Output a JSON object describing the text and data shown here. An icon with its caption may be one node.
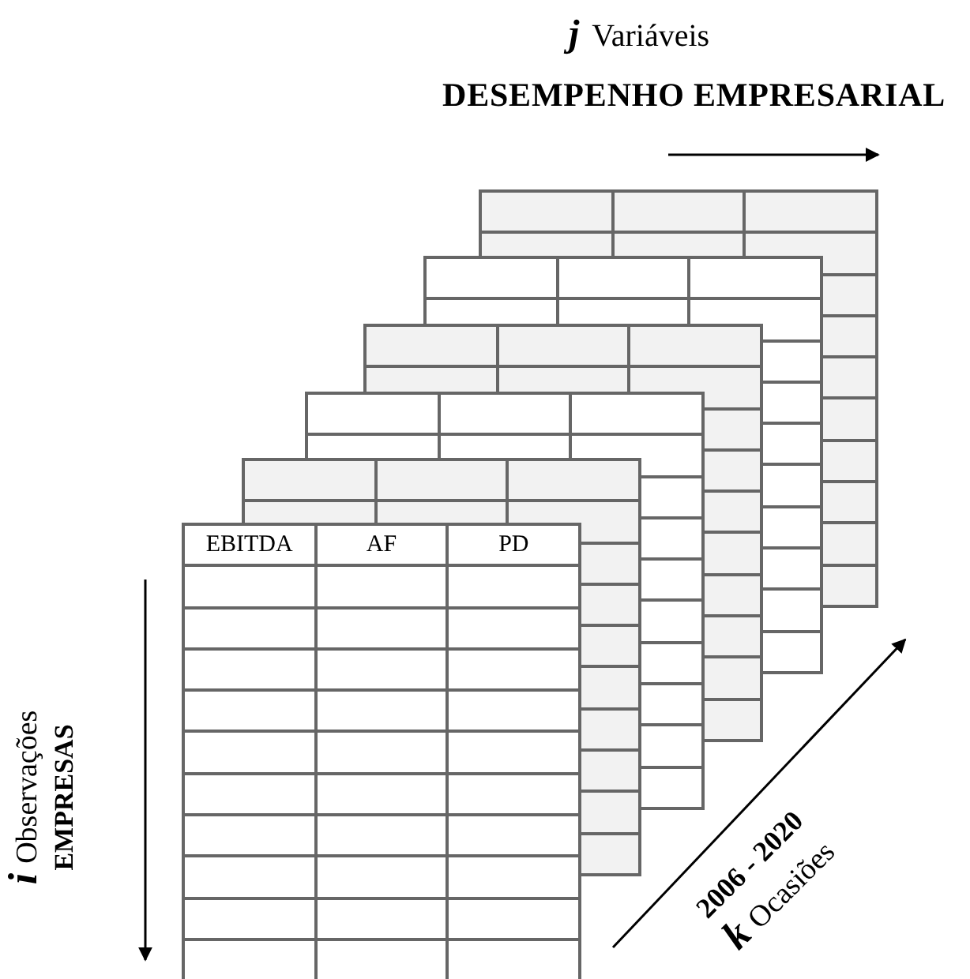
{
  "diagram": {
    "labels": [
      "j",
      "Variáveis",
      "DESEMPENHO EMPRESARIAL",
      "EBITDA",
      "AF",
      "PD",
      "i",
      "Observações",
      "EMPRESAS",
      "2006 - 2020",
      "k",
      "Ocasiões"
    ]
  }
}
